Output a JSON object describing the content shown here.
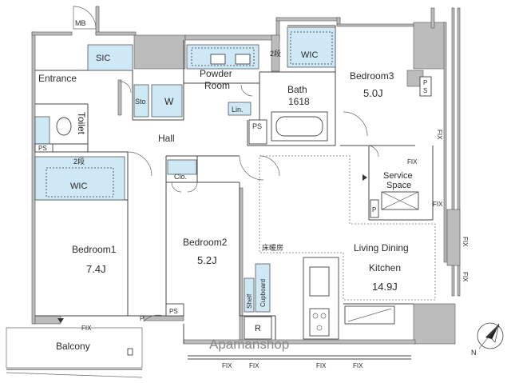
{
  "rooms": {
    "mb": "MB",
    "sic": "SIC",
    "entrance": "Entrance",
    "powder_room_line1": "Powder",
    "powder_room_line2": "Room",
    "step_wic3": "2段",
    "wic3": "WIC",
    "bedroom3": "Bedroom3",
    "bedroom3_size": "5.0J",
    "ps_top_right": "P",
    "ps_top_right2": "S",
    "sto": "Sto",
    "washer": "W",
    "lin": "Lin.",
    "bath": "Bath",
    "bath_size": "1618",
    "ps_bath": "PS",
    "toilet": "Toilet",
    "ps_toilet": "PS",
    "hall": "Hall",
    "step_wic1": "2段",
    "wic1": "WIC",
    "clo": "Clo.",
    "service_space_line1": "Service",
    "service_space_line2": "Space",
    "p_service": "P",
    "bedroom1": "Bedroom1",
    "bedroom1_size": "7.4J",
    "bedroom2": "Bedroom2",
    "bedroom2_size": "5.2J",
    "floor_heating": "床暖房",
    "ldk_line1": "Living Dining",
    "ldk_line2": "Kitchen",
    "ldk_size": "14.9J",
    "shelf": "Shelf",
    "cupboard": "Cupboard",
    "ps_bedroom2": "PS",
    "p_bedroom1": "P",
    "r": "R",
    "balcony": "Balcony"
  },
  "fix_labels": {
    "right_top": "FIX",
    "right_mid": "FIX",
    "service_fix": "FIX",
    "service_fix2": "FIX",
    "right_lower": "FIX",
    "bedroom1_fix": "FIX",
    "bottom_1": "FIX",
    "bottom_2": "FIX",
    "bottom_3": "FIX",
    "bottom_4": "FIX"
  },
  "watermark": "Apamanshop",
  "compass": "N"
}
